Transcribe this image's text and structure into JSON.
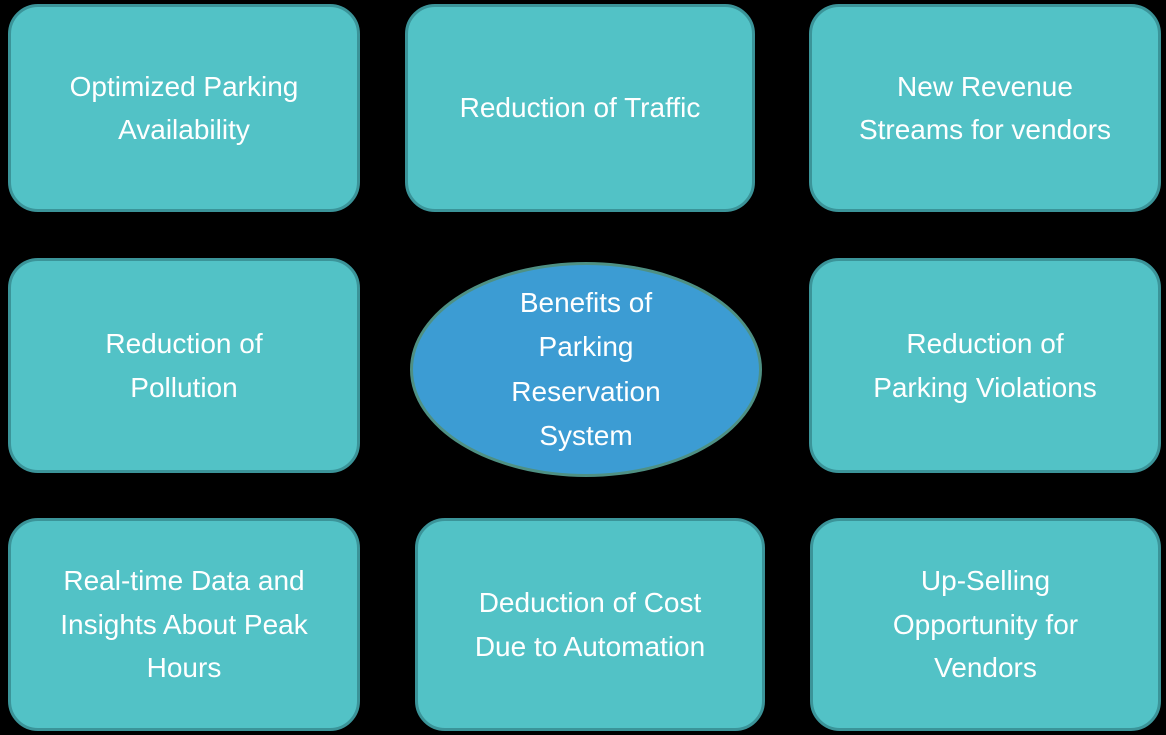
{
  "colors": {
    "background": "#000000",
    "box_fill": "#52C2C6",
    "box_border": "#3B9499",
    "center_fill": "#3C9CD3",
    "center_border": "#4E9083",
    "text": "#FFFFFF"
  },
  "diagram": {
    "center": {
      "label": "Benefits of\nParking\nReservation\nSystem"
    },
    "nodes": [
      {
        "label": "Optimized Parking\nAvailability"
      },
      {
        "label": "Reduction of Traffic"
      },
      {
        "label": "New Revenue\nStreams for vendors"
      },
      {
        "label": "Reduction of\nPollution"
      },
      {
        "label": "Reduction of\nParking Violations"
      },
      {
        "label": "Real-time Data and\nInsights About Peak\nHours"
      },
      {
        "label": "Deduction of Cost\nDue to Automation"
      },
      {
        "label": "Up-Selling\nOpportunity for\nVendors"
      }
    ]
  }
}
